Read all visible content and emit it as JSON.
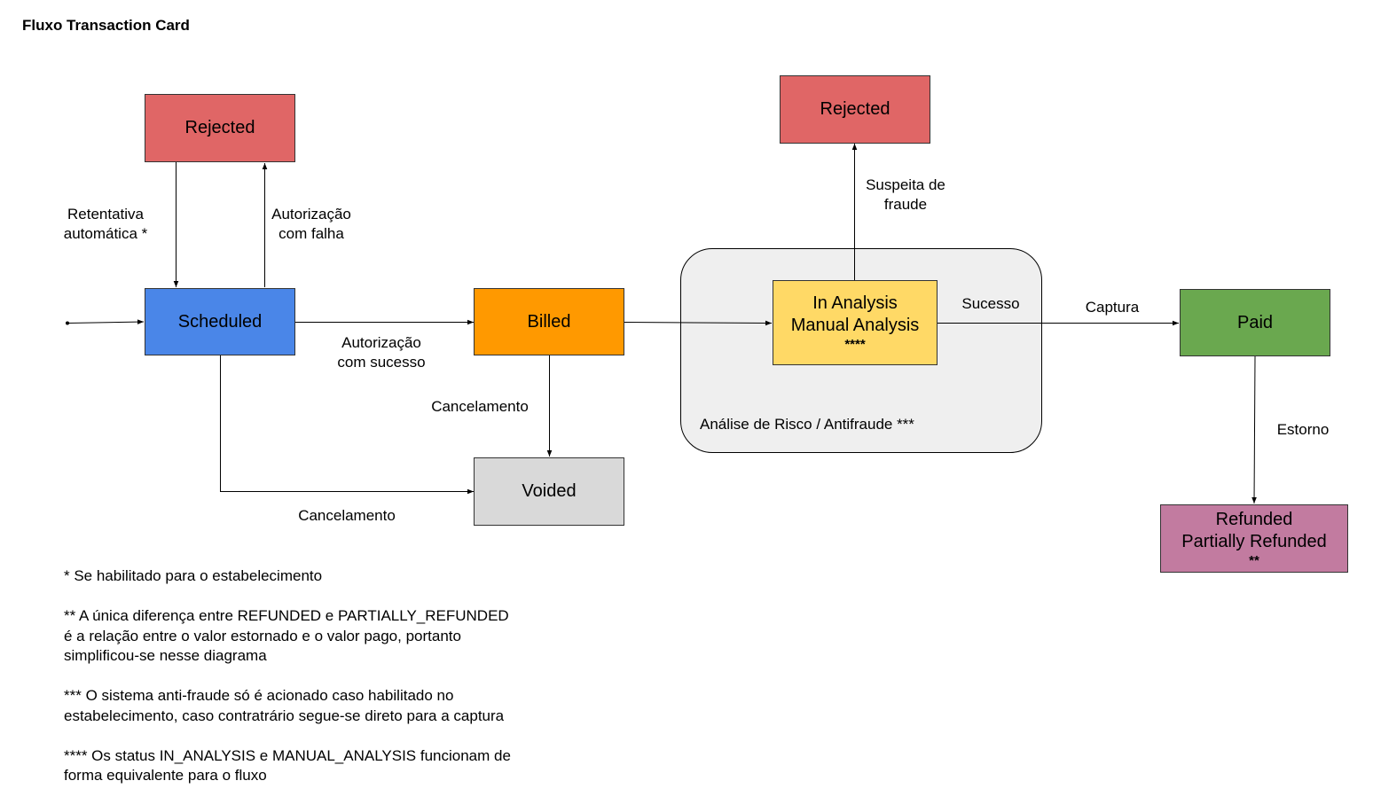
{
  "title": "Fluxo Transaction Card",
  "colors": {
    "rejected": "#e06666",
    "scheduled": "#4a86e8",
    "billed": "#ff9900",
    "voided": "#d9d9d9",
    "in_analysis": "#ffd966",
    "paid": "#6aa84f",
    "refunded": "#c27ba0",
    "group_fill": "#efefef"
  },
  "group": {
    "label": "Análise de Risco / Antifraude ***"
  },
  "nodes": {
    "rejected_left": {
      "line1": "Rejected"
    },
    "rejected_top": {
      "line1": "Rejected"
    },
    "scheduled": {
      "line1": "Scheduled"
    },
    "billed": {
      "line1": "Billed"
    },
    "voided": {
      "line1": "Voided"
    },
    "in_analysis": {
      "line1": "In Analysis",
      "line2": "Manual Analysis",
      "marker": "****"
    },
    "paid": {
      "line1": "Paid"
    },
    "refunded": {
      "line1": "Refunded",
      "line2": "Partially Refunded",
      "marker": "**"
    }
  },
  "edge_labels": {
    "retry": {
      "line1": "Retentativa",
      "line2": "automática *"
    },
    "auth_fail": {
      "line1": "Autorização",
      "line2": "com falha"
    },
    "auth_success": {
      "line1": "Autorização",
      "line2": "com sucesso"
    },
    "cancel_billed": {
      "line1": "Cancelamento"
    },
    "cancel_scheduled": {
      "line1": "Cancelamento"
    },
    "fraud": {
      "line1": "Suspeita de",
      "line2": "fraude"
    },
    "success": {
      "line1": "Sucesso"
    },
    "capture": {
      "line1": "Captura"
    },
    "refund": {
      "line1": "Estorno"
    }
  },
  "notes": [
    "* Se habilitado para o estabelecimento",
    "** A única diferença entre REFUNDED e PARTIALLY_REFUNDED\né a relação entre o valor estornado e o valor pago, portanto\nsimplificou-se nesse diagrama",
    "*** O sistema anti-fraude só é acionado caso habilitado no\nestabelecimento, caso contratrário segue-se direto para a captura",
    "**** Os status IN_ANALYSIS e MANUAL_ANALYSIS funcionam de\nforma equivalente para o fluxo"
  ]
}
